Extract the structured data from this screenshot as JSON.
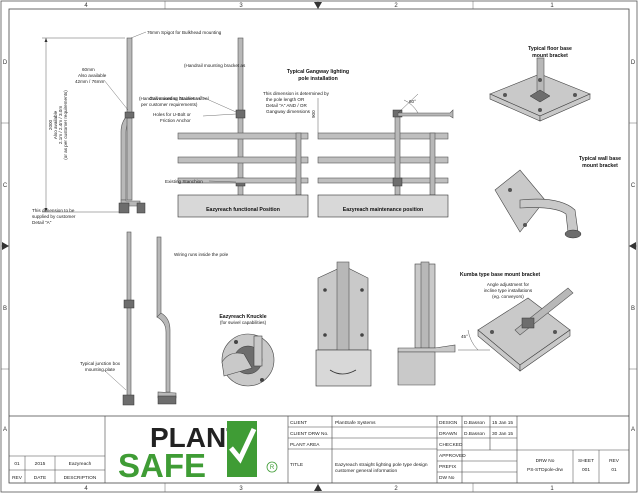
{
  "grid": {
    "cols": [
      "4",
      "3",
      "2",
      "1"
    ],
    "rows": [
      "D",
      "C",
      "B",
      "A"
    ]
  },
  "labels": {
    "spigot": "76mm Spigot for Bulkhead mounting",
    "galv": "Galvanised or Stainless steel",
    "diam1": "60mm",
    "diam2": "Also available",
    "diam3": "42mm / 76mm",
    "height1": "2000",
    "height2": "Also available",
    "height3": "2.1m / 2.4m / 3.0m",
    "height4": "(or as per customer requirements)",
    "handrail1": "(Handrail mounting bracket as",
    "handrail2": "per customer requirements)",
    "holes1": "Holes for U-Bolt or",
    "holes2": "Friction Anchor",
    "stanchion": "Existing Stanchion",
    "custdim1": "This dimension to be",
    "custdim2": "supplied by customer",
    "custdim3": "Detail \"A\"",
    "lighting1": "Typical Gangway lighting",
    "lighting2": "pole installation",
    "determined1": "This dimension is determined by",
    "determined2": "the pole length OR",
    "determined3": "Detail \"A\" AND / OR",
    "determined4": "Gangway dimensions",
    "dim900": "900",
    "angle60": "60°",
    "functional": "Eazyreach functional Position",
    "maintenance": "Eazyreach maintenance position",
    "floorbase1": "Typical floor base",
    "floorbase2": "mount bracket",
    "wallbase1": "Typical wall base",
    "wallbase2": "mount bracket",
    "wiring": "Wiring runs inside the pole",
    "knuckle1": "Eazyreach Knuckle",
    "knuckle2": "(for swivel capabilities)",
    "kumba": "Kumba type base mount bracket",
    "adjust1": "Angle adjustment for",
    "adjust2": "incline type installations",
    "adjust3": "(eg. conveyors)",
    "angle45": "45°",
    "junction1": "Typical junction box",
    "junction2": "mounting plate"
  },
  "logo": {
    "line1": "PLANT",
    "line2": "SAFE",
    "mark": "R"
  },
  "title_block": {
    "client_label": "CLIENT",
    "client_value": "PlantSafe Systems",
    "client_drw_label": "CLIENT DRW No.",
    "plant_area_label": "PLANT AREA",
    "title_label": "TITLE",
    "title_value1": "Eazyreach straight lighting pole type design",
    "title_value2": "customer general information",
    "design_label": "DESIGN",
    "design_name": "D.Basson",
    "design_date": "15 Jan 15",
    "drawn_label": "DRAWN",
    "drawn_name": "D.Basson",
    "drawn_date": "30 Jan 15",
    "checked_label": "CHECKED",
    "approved_label": "APPROVED",
    "prefix_label": "PREFIX",
    "dwno_label": "DW No",
    "drw_no_label": "DRW No",
    "drw_no_value": "PS-STDpole-drw",
    "sheet_label": "SHEET",
    "sheet_value": "001",
    "rev_label": "REV",
    "rev_value": "01"
  },
  "revisions": {
    "headers": [
      "REV",
      "DATE",
      "DESCRIPTION"
    ],
    "rows": [
      [
        "01",
        "2015",
        "Eazyreach"
      ]
    ]
  }
}
